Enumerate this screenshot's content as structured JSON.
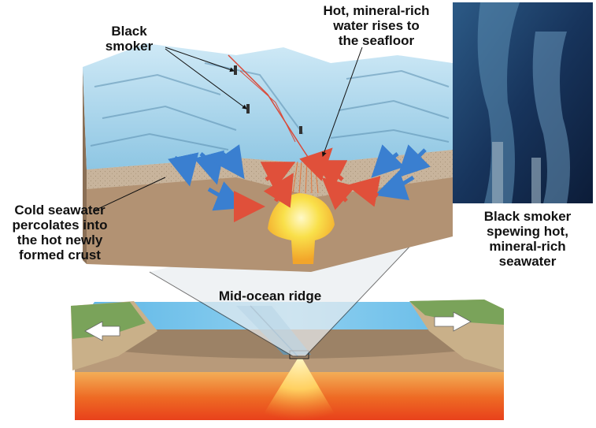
{
  "labels": {
    "black_smoker": "Black\nsmoker",
    "hot_water": "Hot, mineral-rich\nwater rises to\nthe seafloor",
    "cold_water": "Cold seawater\npercolates into\nthe hot newly\nformed crust",
    "photo_caption": "Black smoker\nspewing hot,\nmineral-rich\nseawater",
    "ridge": "Mid-ocean ridge"
  },
  "colors": {
    "cold_arrow": "#3a7fd0",
    "hot_arrow": "#e0503a",
    "magma": "#f6d23a",
    "seafloor": "#a9d6ec",
    "mantle": "#e8411b",
    "crust": "#c7a98a"
  },
  "icons": {
    "spreading_arrows": "double-white-arrow-icon"
  }
}
